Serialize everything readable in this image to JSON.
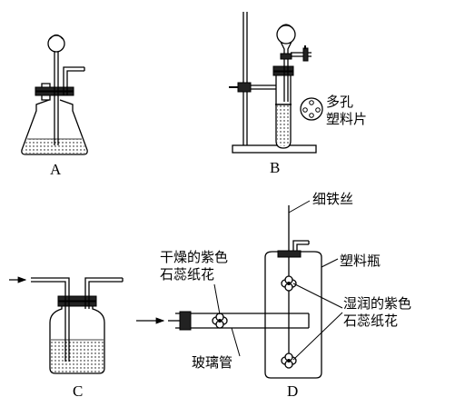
{
  "figure": {
    "captions": {
      "a": "A",
      "b": "B",
      "c": "C",
      "d": "D"
    },
    "labels": {
      "porous_plate": [
        "多孔",
        "塑料片"
      ],
      "fine_iron_wire": "细铁丝",
      "plastic_bottle": "塑料瓶",
      "dry_paper_flower": [
        "干燥的紫色",
        "石蕊纸花"
      ],
      "wet_paper_flower": [
        "湿润的紫色",
        "石蕊纸花"
      ],
      "glass_tube": "玻璃管"
    }
  }
}
